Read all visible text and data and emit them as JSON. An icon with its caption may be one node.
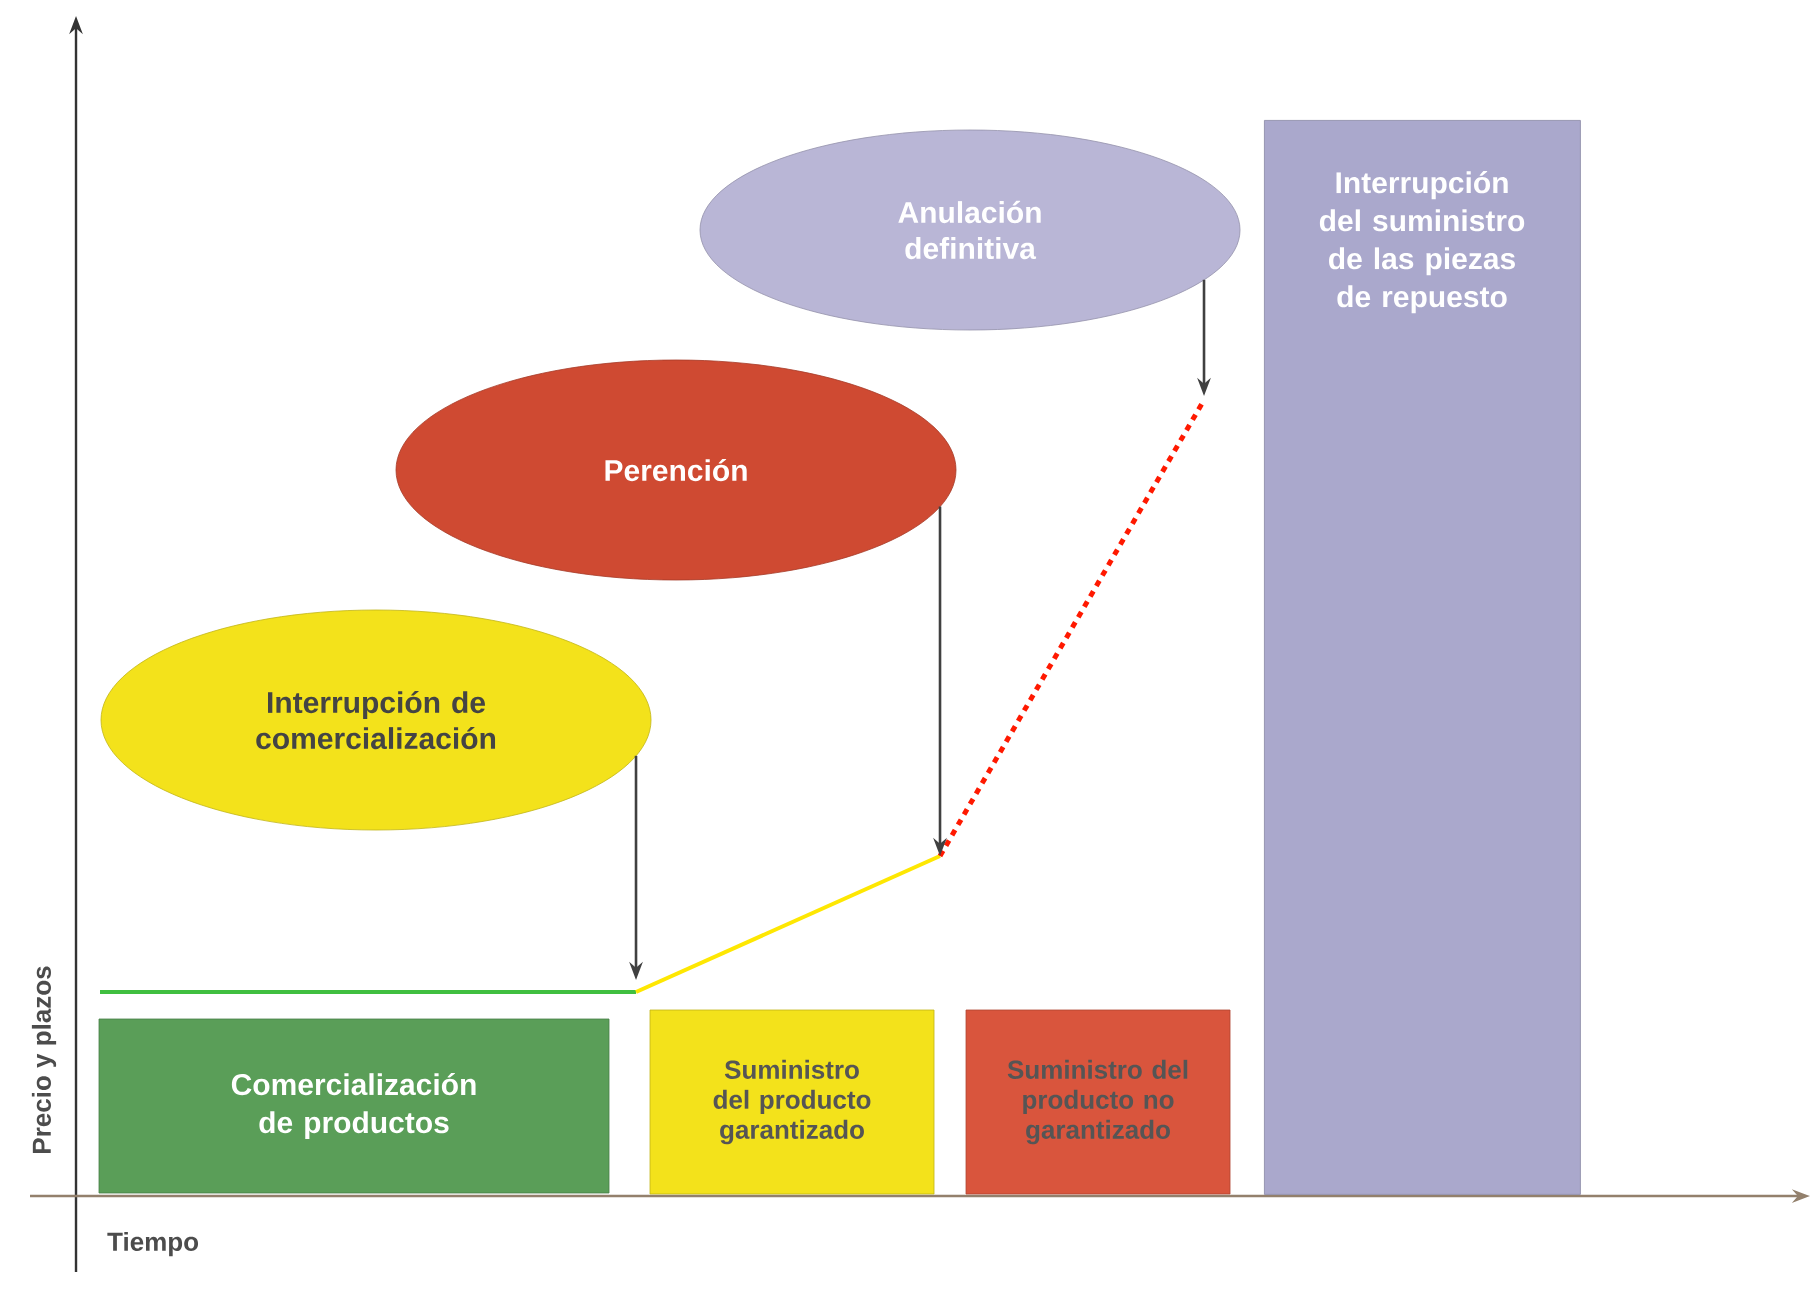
{
  "diagram": {
    "nodes": [
      {
        "text": [
          "Anulación definitiva"
        ]
      },
      {
        "text": [
          "Perención"
        ]
      },
      {
        "text": [
          "Interrupción de comercialización"
        ]
      },
      {
        "text": [
          "Interrupción del suministro de las piezas de repuesto"
        ]
      },
      {
        "text": [
          "Comercialización de productos"
        ]
      },
      {
        "text": [
          "Suministro del producto garantizado"
        ]
      },
      {
        "text": [
          "Suministro del producto no garantizado"
        ]
      }
    ],
    "edges": [
      {
        "from": 0,
        "to": null,
        "arrow": "to"
      },
      {
        "from": 1,
        "to": null,
        "arrow": "to"
      },
      {
        "from": 2,
        "to": null,
        "arrow": "to"
      }
    ],
    "labels": [
      "Precio y plazos",
      "Tiempo"
    ]
  }
}
